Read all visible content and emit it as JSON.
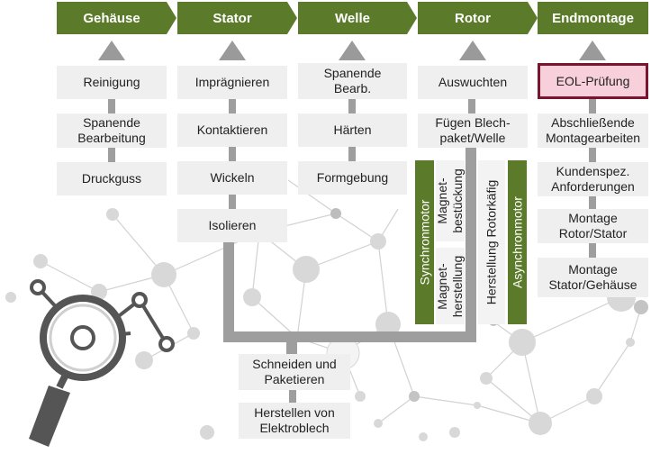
{
  "header": {
    "stages": [
      "Gehäuse",
      "Stator",
      "Welle",
      "Rotor",
      "Endmontage"
    ]
  },
  "gehaeuse": {
    "steps": [
      "Reinigung",
      "Spanende\nBearbeitung",
      "Druckguss"
    ]
  },
  "stator": {
    "steps": [
      "Imprägnieren",
      "Kontaktieren",
      "Wickeln",
      "Isolieren"
    ]
  },
  "welle": {
    "steps": [
      "Spanende\nBearb.",
      "Härten",
      "Formgebung"
    ]
  },
  "rotor": {
    "steps": [
      "Auswuchten",
      "Fügen Blech-\npaket/Welle"
    ],
    "synchron_label": "Synchronmotor",
    "magnet_bestueckung": "Magnet-\nbestückung",
    "magnet_herstellung": "Magnet-\nherstellung",
    "rotorkaefig": "Herstellung Rotorkäfig",
    "asynchron_label": "Asynchronmotor"
  },
  "endmontage": {
    "steps": [
      "EOL-Prüfung",
      "Abschließende\nMontagearbeiten",
      "Kundenspez.\nAnforderungen",
      "Montage\nRotor/Stator",
      "Montage\nStator/Gehäuse"
    ]
  },
  "blech": {
    "steps": [
      "Schneiden und\nPaketieren",
      "Herstellen von\nElektroblech"
    ]
  },
  "colors": {
    "header_green": "#5b7a2a",
    "highlight_fill": "#f8d0dc",
    "highlight_border": "#7a1530",
    "box_gray": "#efefef",
    "connector_gray": "#9e9e9e"
  },
  "decoration": {
    "icon": "magnifier-network-icon"
  }
}
